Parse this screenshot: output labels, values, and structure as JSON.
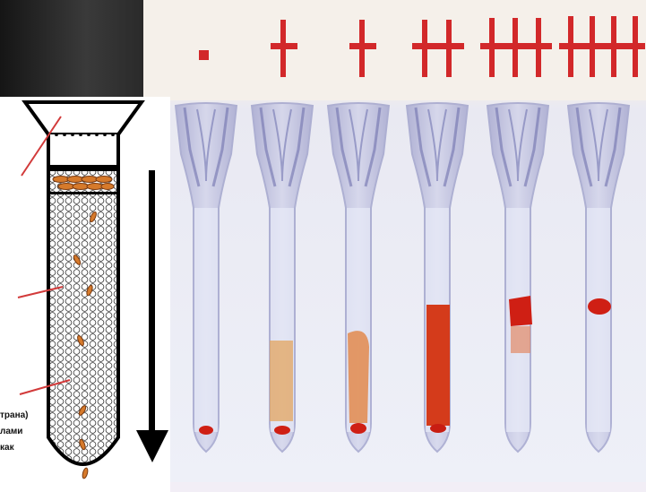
{
  "grades": [
    {
      "symbol": "-",
      "label": "-"
    },
    {
      "symbol": "+",
      "label": "+"
    },
    {
      "symbol": "+",
      "label": "+"
    },
    {
      "symbol": "++",
      "label": "++"
    },
    {
      "symbol": "+++",
      "label": "+++"
    },
    {
      "symbol": "++++",
      "label": "++++"
    }
  ],
  "diagram_labels": [
    "трана)",
    "лами",
    "как"
  ],
  "colors": {
    "grade_red": "#d2282a",
    "clot_red": "#cf1f14",
    "tube_blue": "#8e8fc4"
  }
}
